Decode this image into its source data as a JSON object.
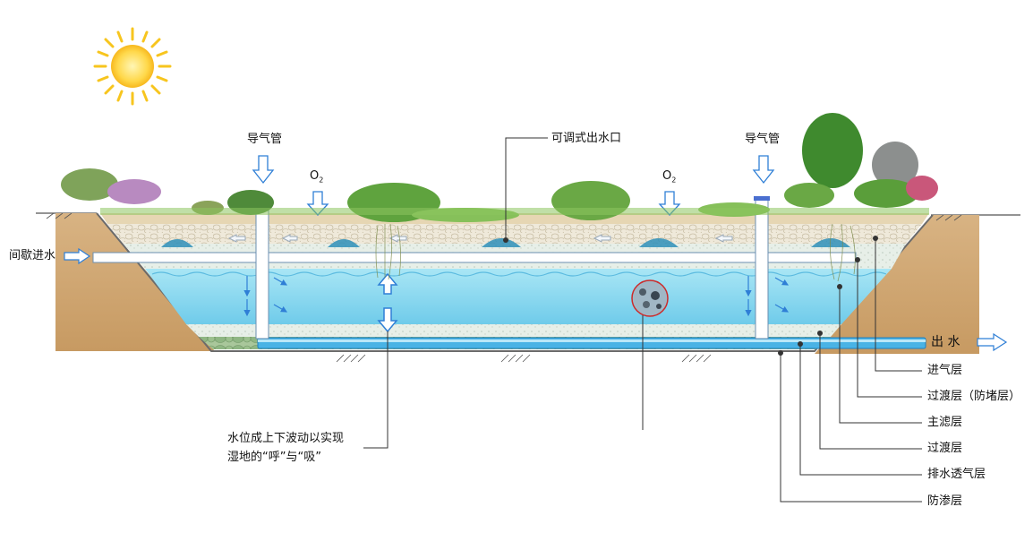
{
  "labels": {
    "vent_pipe_left": "导气管",
    "vent_pipe_right": "导气管",
    "adjustable_outlet": "可调式出水口",
    "o2_left": "O",
    "o2_right": "O",
    "o2_subscript": "2",
    "intermittent_inflow": "间歇进水",
    "outflow": "出  水",
    "water_level_line1": "水位成上下波动以实现",
    "water_level_line2": "湿地的“呼”与“吸”"
  },
  "layers": [
    {
      "label": "进气层"
    },
    {
      "label": "过渡层（防堵层）"
    },
    {
      "label": "主滤层"
    },
    {
      "label": "过渡层"
    },
    {
      "label": "排水透气层"
    },
    {
      "label": "防渗层"
    }
  ],
  "colors": {
    "water": "#7fd4ee",
    "water_deep": "#3aa6d8",
    "soil": "#d9b98a",
    "gravel": "#ece6d6",
    "pipe": "#ffffff",
    "arrow": "#2f7fd6",
    "sun": "#f7c51e",
    "grass": "#6fae3c"
  }
}
